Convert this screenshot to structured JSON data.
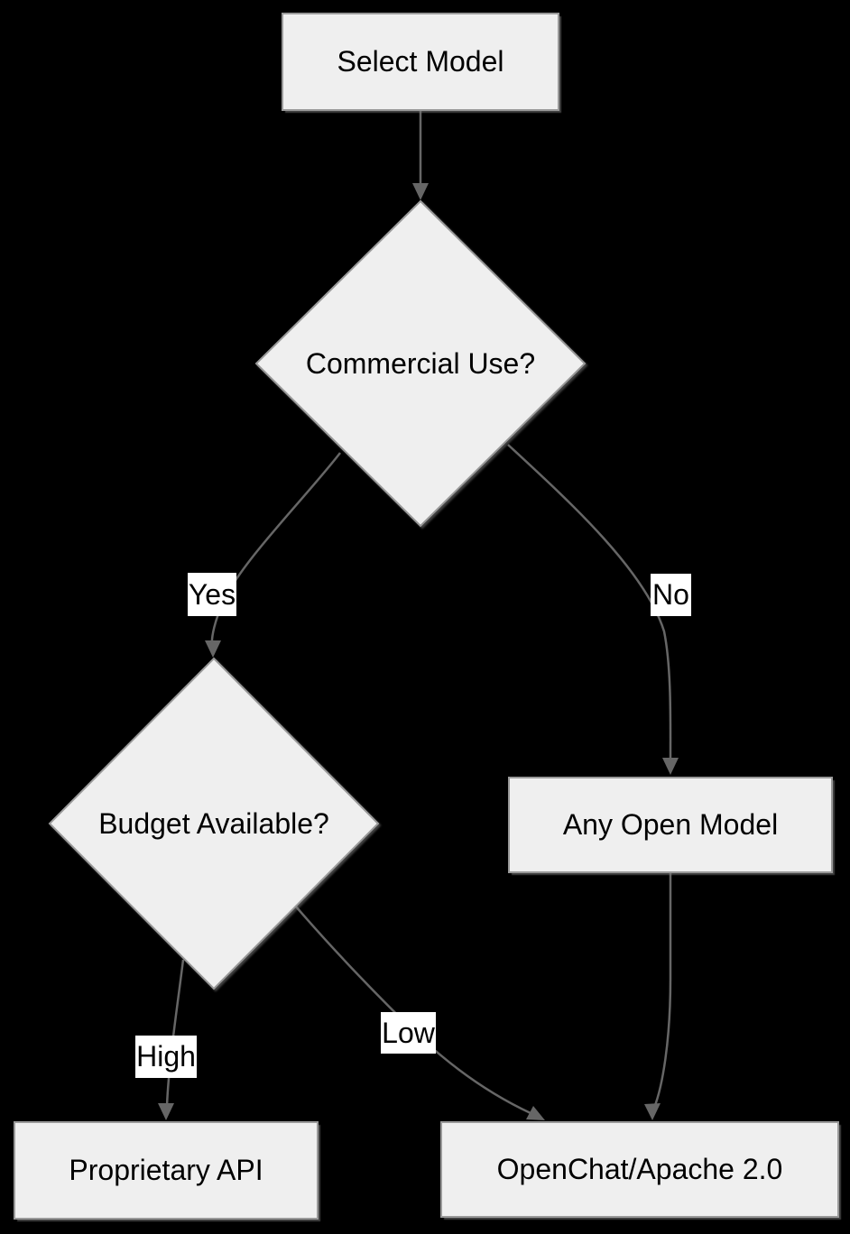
{
  "colors": {
    "background": "#000000",
    "node_fill": "#efefef",
    "node_border": "#999999",
    "arrow": "#666666",
    "label_bg": "#ffffff",
    "text": "#000000"
  },
  "nodes": [
    {
      "id": "select-model",
      "type": "process",
      "label": "Select Model"
    },
    {
      "id": "commercial-use",
      "type": "decision",
      "label": "Commercial Use?"
    },
    {
      "id": "budget-available",
      "type": "decision",
      "label": "Budget Available?"
    },
    {
      "id": "any-open-model",
      "type": "process",
      "label": "Any Open Model"
    },
    {
      "id": "proprietary-api",
      "type": "process",
      "label": "Proprietary API"
    },
    {
      "id": "openchat-apache",
      "type": "process",
      "label": "OpenChat/Apache 2.0"
    }
  ],
  "edges": [
    {
      "from": "select-model",
      "to": "commercial-use",
      "label": ""
    },
    {
      "from": "commercial-use",
      "to": "budget-available",
      "label": "Yes"
    },
    {
      "from": "commercial-use",
      "to": "any-open-model",
      "label": "No"
    },
    {
      "from": "budget-available",
      "to": "proprietary-api",
      "label": "High"
    },
    {
      "from": "budget-available",
      "to": "openchat-apache",
      "label": "Low"
    },
    {
      "from": "any-open-model",
      "to": "openchat-apache",
      "label": ""
    }
  ]
}
